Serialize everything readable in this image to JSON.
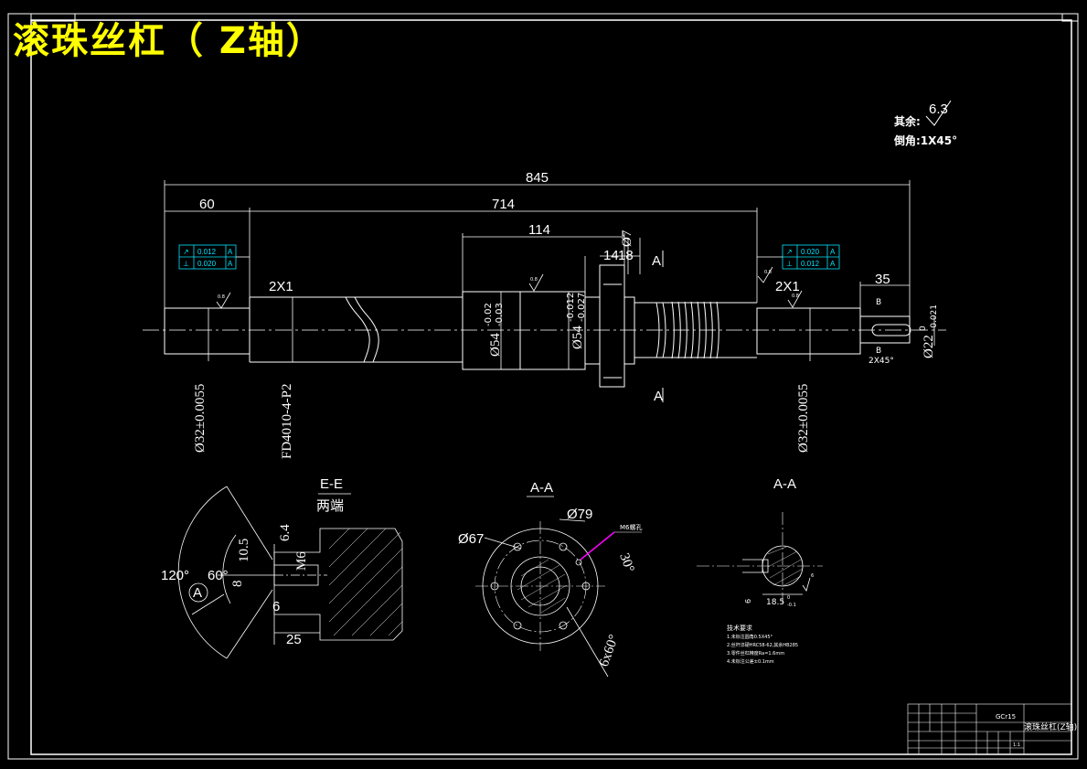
{
  "drawing": {
    "title": "滚珠丝杠（  Z轴）",
    "surface_note_label": "其余:",
    "surface_note_value": "6.3",
    "chamfer_note": "倒角:1X45°",
    "colors": {
      "background": "#000000",
      "lines": "#ffffff",
      "title": "#ffff00",
      "tolerance": "#00e5ff",
      "leader": "#ff00ff"
    }
  },
  "dimensions": {
    "overall_length": "845",
    "thread_length": "714",
    "left_journal": "60",
    "nut_length": "114",
    "flange_dim": "14",
    "flange_dim2": "18",
    "flange_phi": "Ø7",
    "right_end": "35",
    "left_chamfer": "2X1",
    "right_chamfer": "2X1",
    "left_diameter": "Ø32±0.0055",
    "screw_spec": "FD4010-4-P2",
    "nut_diameter": "Ø54",
    "nut_tol_upper": "-0.02",
    "nut_tol_lower": "-0.03",
    "flange_diameter": "Ø54",
    "flange_tol_upper": "-0.012",
    "flange_tol_lower": "-0.027",
    "right_diameter": "Ø32±0.0055",
    "end_diameter": "Ø22",
    "end_tol_upper": "0",
    "end_tol_lower": "-0.021",
    "end_chamfer": "2X45°",
    "roughness_a": "0.8",
    "roughness_b": "0.8",
    "roughness_c": "0.8",
    "roughness_d": "0.8",
    "section_letter": "A",
    "b_label": "B"
  },
  "tolerance_frames": {
    "left": [
      {
        "symbol": "↗",
        "value": "0.012",
        "datum": "A"
      },
      {
        "symbol": "⊥",
        "value": "0.020",
        "datum": "A"
      }
    ],
    "right": [
      {
        "symbol": "↗",
        "value": "0.020",
        "datum": "A"
      },
      {
        "symbol": "⊥",
        "value": "0.012",
        "datum": "A"
      }
    ]
  },
  "views": {
    "ee": {
      "title": "E-E",
      "subtitle": "两端",
      "d1": "6.4",
      "d2": "10.5",
      "d3": "8",
      "d4": "6",
      "d5": "M6",
      "d6": "25",
      "a1": "120°",
      "a2": "60°",
      "ref": "A"
    },
    "aa1": {
      "title": "A-A",
      "d67": "Ø67",
      "d79": "Ø79",
      "hole_label": "M6螺孔",
      "ang30": "30°",
      "holes": "6x60°"
    },
    "aa2": {
      "title": "A-A",
      "dim1": "18.5",
      "dim2": "6",
      "tol": "0",
      "tol2": "-0.1",
      "keyw": "6"
    }
  },
  "tech_requirements": {
    "heading": "技术要求",
    "items": [
      "1.未标注圆角0.5X45°",
      "2.丝杆淬硬HRC58-62,其余HB285",
      "3.零件丝杠精度Ra=1.6mm",
      "4.未标注公差±0.1mm"
    ]
  },
  "title_block": {
    "material": "GCr15",
    "part_name": "滚珠丝杠(Z轴)",
    "scale": "1:1"
  }
}
